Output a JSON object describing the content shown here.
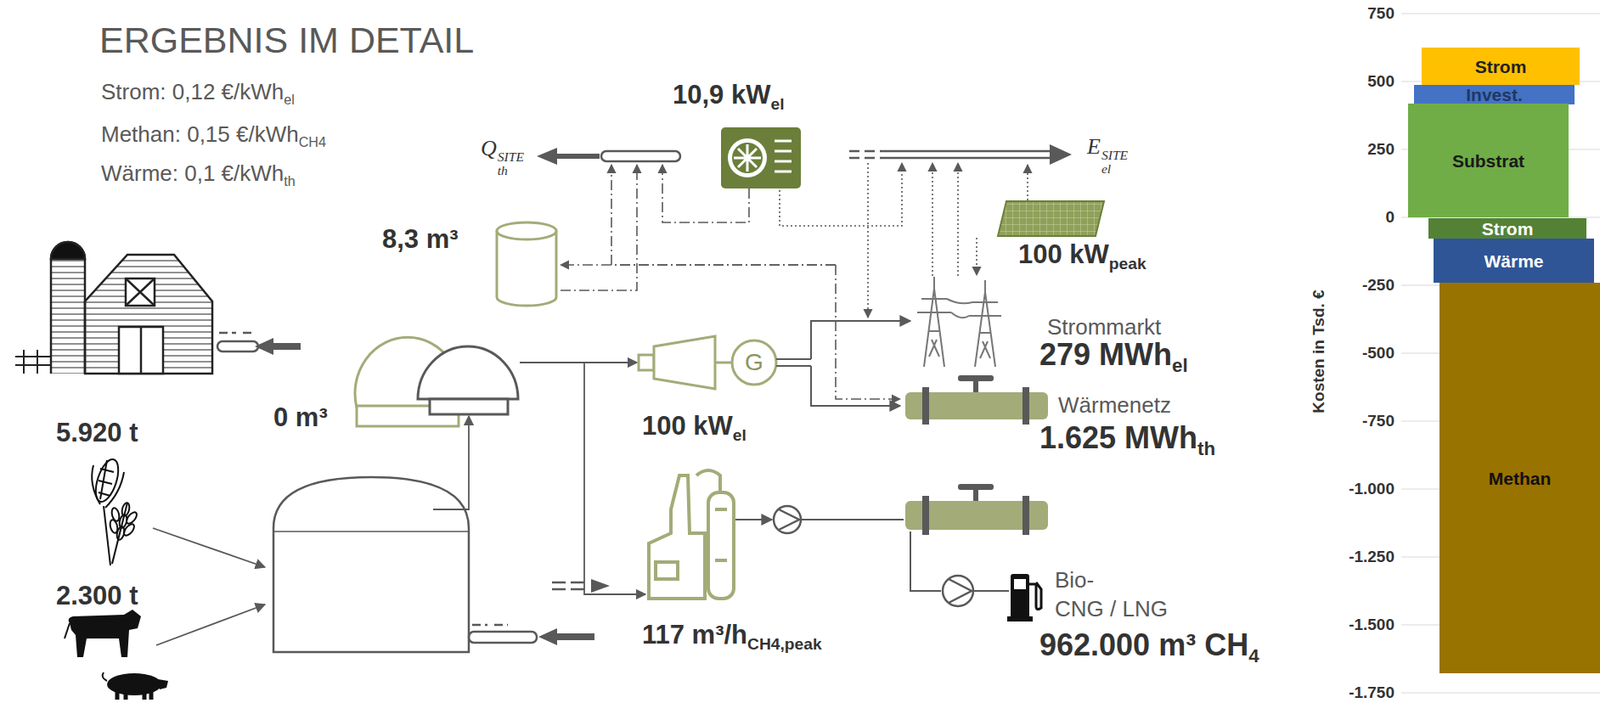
{
  "diagram": {
    "title": "ERGEBNIS IM DETAIL",
    "nodes": [
      {
        "text": [
          "Strom"
        ]
      },
      {
        "text": [
          "Invest."
        ]
      },
      {
        "text": [
          "Substrat"
        ]
      },
      {
        "text": [
          "Strom"
        ]
      },
      {
        "text": [
          "Wärme"
        ]
      },
      {
        "text": [
          "Methan"
        ]
      }
    ],
    "labels": [
      "Strom: 0,12 €/kWh",
      "el",
      "Methan: 0,15 €/kWh",
      "CH4",
      "Wärme: 0,1 €/kWh",
      "th",
      "10,9 kW",
      "el",
      "Q",
      "th",
      "SITE",
      "E",
      "el",
      "SITE",
      "8,3 m³",
      "100 kW",
      "peak",
      "0 m³",
      "Strommarkt",
      "279 MWh",
      "el",
      "100 kW",
      "el",
      "Wärmenetz",
      "1.625 MWh",
      "th",
      "5.920 t",
      "2.300 t",
      "117 m³/h",
      "CH4,peak",
      "Bio-",
      "CNG / LNG",
      "962.000 m³ CH",
      "4",
      "750",
      "500",
      "250",
      "0",
      "-250",
      "-500",
      "-750",
      "-1.000",
      "-1.250",
      "-1.500",
      "-1.750",
      "Kosten in Tsd. €",
      "G"
    ]
  }
}
